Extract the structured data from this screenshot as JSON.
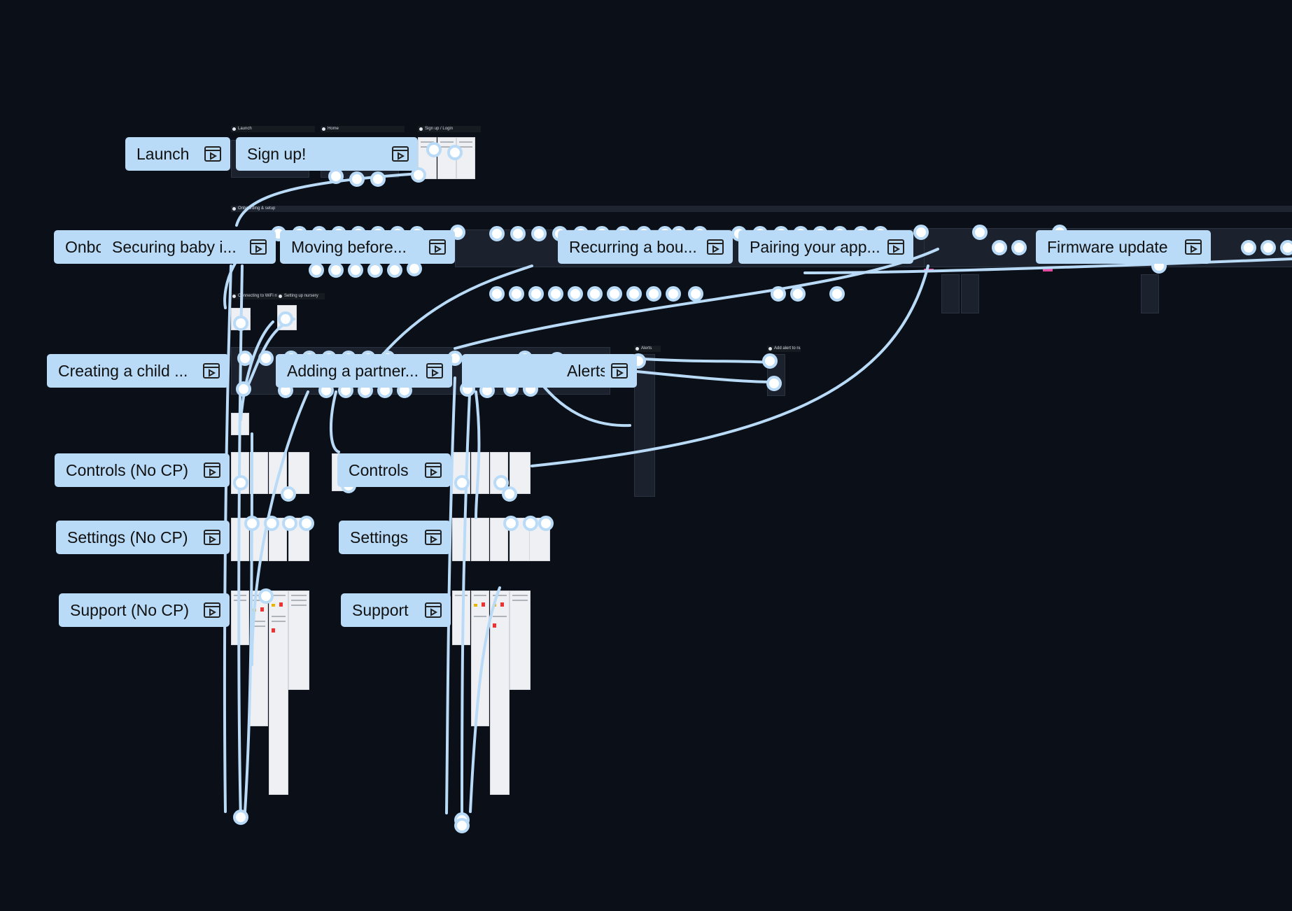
{
  "canvas": {
    "background": "#0b0f17",
    "connector_color": "#b9dbf7"
  },
  "flows": [
    {
      "id": "launch",
      "label": "Launch"
    },
    {
      "id": "signup",
      "label": "Sign up!"
    },
    {
      "id": "onboarding",
      "label": "Onbo"
    },
    {
      "id": "securing-baby",
      "label": "Securing baby i..."
    },
    {
      "id": "moving-before",
      "label": "Moving before..."
    },
    {
      "id": "recurring",
      "label": "Recurring a bou..."
    },
    {
      "id": "pairing",
      "label": "Pairing your app..."
    },
    {
      "id": "firmware",
      "label": "Firmware update"
    },
    {
      "id": "creating-child",
      "label": "Creating a child ..."
    },
    {
      "id": "adding-partner",
      "label": "Adding a partner..."
    },
    {
      "id": "alerts",
      "label": "Alerts"
    },
    {
      "id": "controls-no-cp",
      "label": "Controls (No CP)"
    },
    {
      "id": "controls",
      "label": "Controls"
    },
    {
      "id": "settings-no-cp",
      "label": "Settings (No CP)"
    },
    {
      "id": "settings",
      "label": "Settings"
    },
    {
      "id": "support-no-cp",
      "label": "Support (No CP)"
    },
    {
      "id": "support",
      "label": "Support"
    }
  ],
  "frame_titles": {
    "launch": "Launch",
    "home": "Home",
    "signup": "Sign up / Login",
    "onboarding": "Onboarding & setup",
    "connect_wifi": "Connecting to WiFi network",
    "setting_up": "Setting up nursery",
    "alerts_screen": "Alerts",
    "add_alert": "Add alert to nursery"
  }
}
